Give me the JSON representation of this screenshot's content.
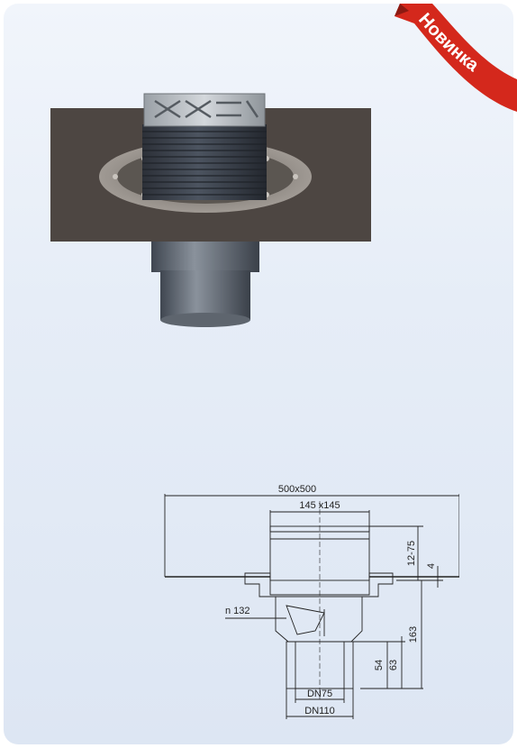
{
  "badge": {
    "text": "Новинка",
    "color": "#d4281c"
  },
  "drawing": {
    "dims": {
      "overall": "500x500",
      "grate": "145 x145",
      "height_adj": "12-75",
      "flange": "4",
      "trap": "n 132",
      "total": "163",
      "outlet_h1": "54",
      "outlet_h2": "63",
      "dn_inner": "DN75",
      "dn_outer": "DN110"
    }
  }
}
